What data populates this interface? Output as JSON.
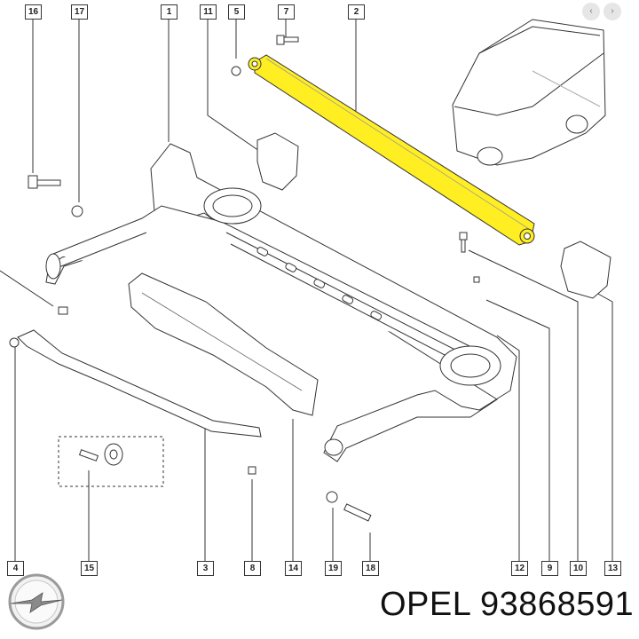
{
  "callouts": [
    {
      "id": "c16",
      "label": "16"
    },
    {
      "id": "c17",
      "label": "17"
    },
    {
      "id": "c1",
      "label": "1"
    },
    {
      "id": "c11",
      "label": "11"
    },
    {
      "id": "c5",
      "label": "5"
    },
    {
      "id": "c7",
      "label": "7"
    },
    {
      "id": "c2",
      "label": "2"
    },
    {
      "id": "c4",
      "label": "4"
    },
    {
      "id": "c15",
      "label": "15"
    },
    {
      "id": "c3",
      "label": "3"
    },
    {
      "id": "c8",
      "label": "8"
    },
    {
      "id": "c14",
      "label": "14"
    },
    {
      "id": "c19",
      "label": "19"
    },
    {
      "id": "c18",
      "label": "18"
    },
    {
      "id": "c12",
      "label": "12"
    },
    {
      "id": "c9",
      "label": "9"
    },
    {
      "id": "c10",
      "label": "10"
    },
    {
      "id": "c13",
      "label": "13"
    }
  ],
  "footer": {
    "text": "OPEL 93868591"
  },
  "colors": {
    "highlight": "#ffee22",
    "line": "#333333"
  },
  "icons": {
    "brand": "opel-logo-icon",
    "nav": [
      "chevron-left-icon",
      "chevron-right-icon"
    ]
  }
}
